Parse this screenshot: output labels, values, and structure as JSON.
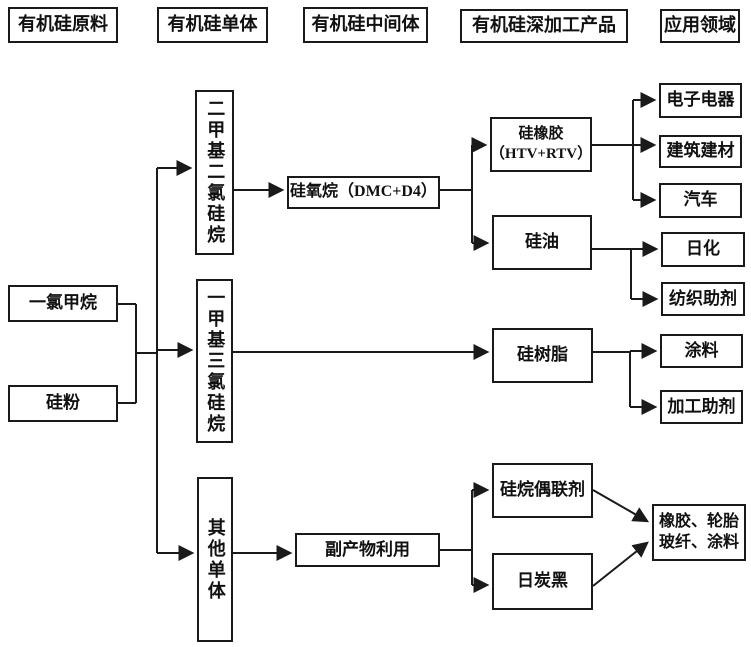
{
  "headers": {
    "raw_materials": "有机硅原料",
    "monomers": "有机硅单体",
    "intermediates": "有机硅中间体",
    "deep_products": "有机硅深加工产品",
    "applications": "应用领域"
  },
  "nodes": {
    "chloromethane": "一氯甲烷",
    "silicon_powder": "硅粉",
    "dimethyldichlorosilane": "二甲基二氯硅烷",
    "methyltrichlorosilane": "一甲基三氯硅烷",
    "other_monomers": "其他单体",
    "siloxane": "硅氧烷（DMC+D4）",
    "byproduct_utilization": "副产物利用",
    "silicone_rubber": "硅橡胶\n（HTV+RTV）",
    "silicone_oil": "硅油",
    "silicone_resin": "硅树脂",
    "silane_coupling_agent": "硅烷偶联剂",
    "carbon_black": "日炭黑",
    "electronics": "电子电器",
    "construction": "建筑建材",
    "automobile": "汽车",
    "daily_chemicals": "日化",
    "textile_auxiliaries": "纺织助剂",
    "coatings": "涂料",
    "processing_aids": "加工助剂",
    "rubber_tire_glass_coating": "橡胶、轮胎\n玻纤、涂料"
  },
  "colors": {
    "line": "#1a1a1a",
    "box_border": "#1a1a1a",
    "background": "#ffffff",
    "text": "#111111"
  }
}
